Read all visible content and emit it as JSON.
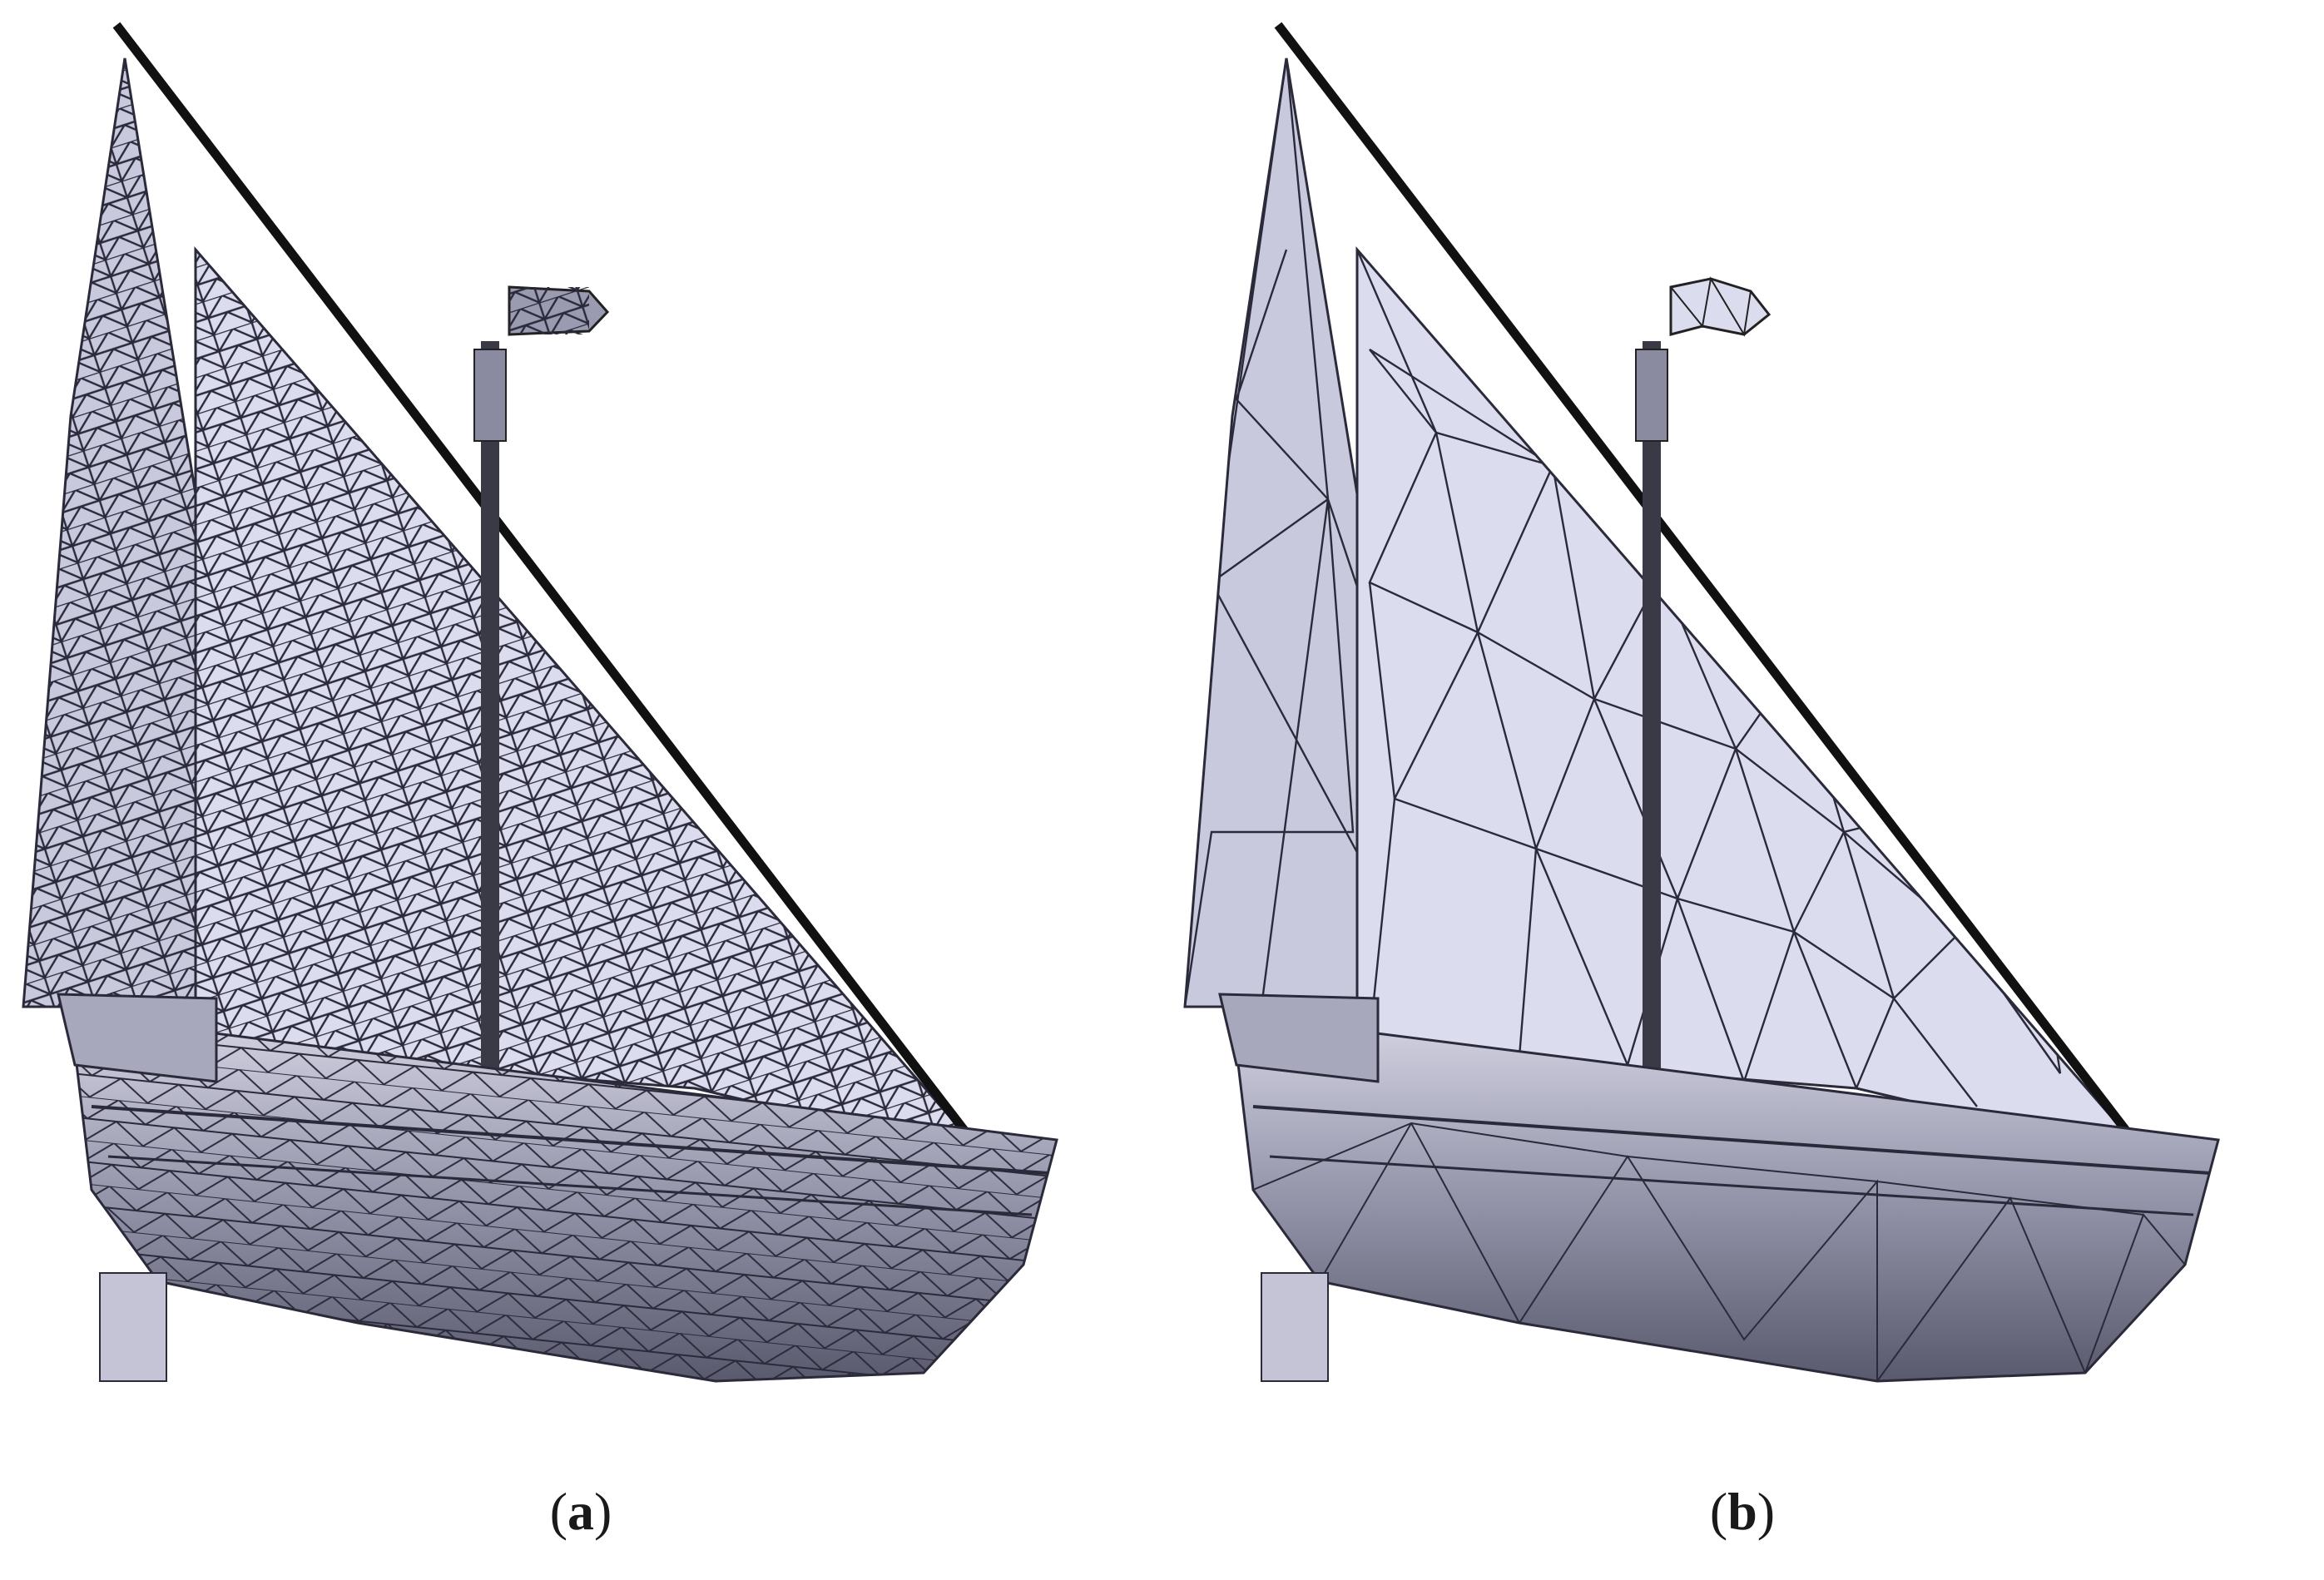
{
  "panels": [
    {
      "id": "a",
      "letter": "a",
      "open": "(",
      "close": ")"
    },
    {
      "id": "b",
      "letter": "b",
      "open": "(",
      "close": ")"
    }
  ],
  "colors": {
    "sail_fill": "#dcdcef",
    "sail_shade": "#c3c3dc",
    "hull_fill": "#b4b4c8",
    "hull_dark": "#5a5a6e",
    "mesh_line": "#2a2a3a",
    "mast": "#111111"
  }
}
